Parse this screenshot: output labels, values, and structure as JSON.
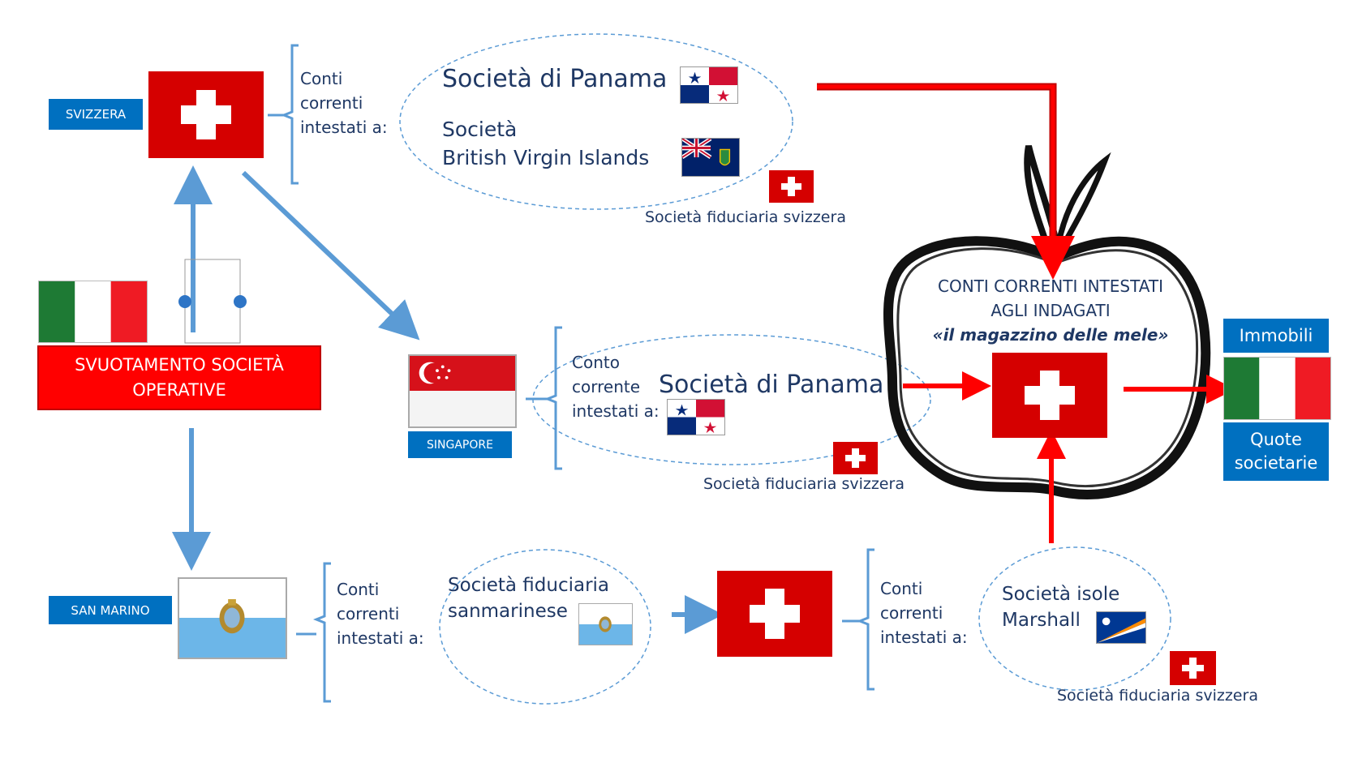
{
  "labels": {
    "svizzera": "SVIZZERA",
    "singapore": "SINGAPORE",
    "san_marino": "SAN MARINO"
  },
  "svuotamento": {
    "line1": "SVUOTAMENTO SOCIETÀ",
    "line2": "OPERATIVE"
  },
  "top_group": {
    "accounts_line1": "Conti",
    "accounts_line2": "correnti",
    "accounts_line3": "intestati a:",
    "company1": "Società di Panama",
    "company2_line1": "Società",
    "company2_line2": "British Virgin Islands",
    "fiduciary": "Società fiduciaria svizzera"
  },
  "mid_group": {
    "accounts_line1": "Conto",
    "accounts_line2": "corrente",
    "accounts_line3": "intestati a:",
    "company": "Società di Panama",
    "fiduciary": "Società fiduciaria svizzera"
  },
  "bottom_group": {
    "accounts_line1": "Conti",
    "accounts_line2": "correnti",
    "accounts_line3": "intestati a:",
    "company_line1": "Società fiduciaria",
    "company_line2": "sanmarinese"
  },
  "bottom_right_group": {
    "accounts_line1": "Conti",
    "accounts_line2": "correnti",
    "accounts_line3": "intestati a:",
    "company_line1": "Società isole",
    "company_line2": "Marshall",
    "fiduciary": "Società fiduciaria svizzera"
  },
  "apple": {
    "line1": "CONTI CORRENTI INTESTATI",
    "line2": "AGLI INDAGATI",
    "line3": "«il magazzino delle mele»"
  },
  "right_panel": {
    "immobili": "Immobili",
    "quote_line1": "Quote",
    "quote_line2": "societarie"
  },
  "colors": {
    "swiss_red": "#d50000",
    "label_blue": "#0070c0",
    "arrow_blue": "#5b9bd5",
    "arrow_red": "#ff0000",
    "text_navy": "#1f3864"
  }
}
